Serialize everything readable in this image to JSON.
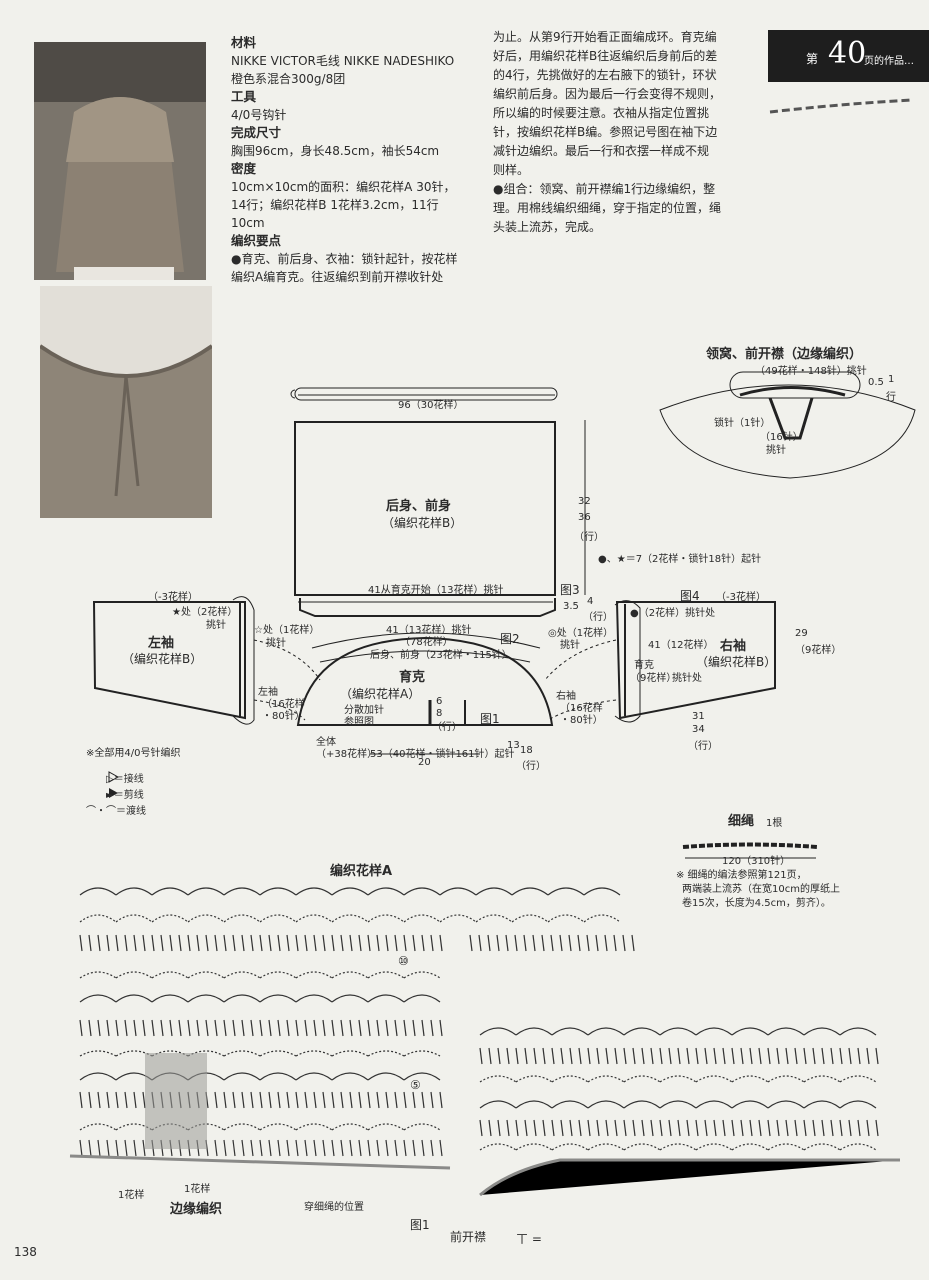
{
  "banner": {
    "prefix": "第",
    "number": "40",
    "suffix": "页的作品…"
  },
  "page_number": "138",
  "materials": {
    "h_material": "材料",
    "material_line1": "NIKKE VICTOR毛线 NIKKE NADESHIKO",
    "material_line2": "橙色系混合300g/8团",
    "h_tool": "工具",
    "tool": "4/0号钩针",
    "h_size": "完成尺寸",
    "size": "胸围96cm，身长48.5cm，袖长54cm",
    "h_gauge": "密度",
    "gauge1": "10cm×10cm的面积：编织花样A 30针，",
    "gauge2": "14行；编织花样B 1花样3.2cm，11行",
    "gauge3": "10cm",
    "h_points": "编织要点",
    "points1": "●育克、前后身、衣袖：锁针起针，按花样",
    "points2": "编织A编育克。往返编织到前开襟收针处"
  },
  "right_text": [
    "为止。从第9行开始看正面编成环。育克编",
    "好后，用编织花样B往返编织后身前后的差",
    "的4行，先挑做好的左右腋下的锁针，环状",
    "编织前后身。因为最后一行会变得不规则，",
    "所以编的时候要注意。衣袖从指定位置挑",
    "针，按编织花样B编。参照记号图在袖下边",
    "减针边编织。最后一行和衣摆一样成不规",
    "则样。",
    "●组合：领窝、前开襟编1行边缘编织，整",
    "理。用棉线编织细绳，穿于指定的位置，绳",
    "头装上流苏，完成。"
  ],
  "neck": {
    "title": "领窝、前开襟（边缘编织）",
    "top": "（49花样・148针）挑针",
    "right1": "0.5",
    "right2": "1",
    "right3": "行",
    "chain": "锁针（1针）",
    "pick": "（16针）",
    "pick2": "挑针"
  },
  "body": {
    "width": "96（30花样）",
    "title": "后身、前身",
    "pattern": "（编织花样B）",
    "h1": "32",
    "h2": "36",
    "h3": "（行）",
    "star_note": "●、★＝7（2花样・锁针18针）起针",
    "pickup": "41从育克开始（13花样）挑针",
    "pickup2": "41（13花样）挑针",
    "fig2": "图2",
    "fig3": "图3",
    "fig4": "图4",
    "n35": "3.5",
    "n4": "4",
    "n4b": "（行）"
  },
  "yoke": {
    "p78": "（78花样）",
    "back_front": "后身、前身（23花样・115针）",
    "title": "育克",
    "pattern": "（编织花样A）",
    "split1": "分散加针",
    "split2": "参照图",
    "r6": "6",
    "r8": "8",
    "rrow": "（行）",
    "fig1": "图1",
    "total1": "全体",
    "total2": "（+38花样）",
    "start": "53（40花样・锁针161针）起针",
    "r13": "13",
    "r18": "18",
    "rrow2": "（行）",
    "w20": "20"
  },
  "left_sleeve": {
    "minus": "（-3花样）",
    "star": "★处（2花样）",
    "star2": "挑针",
    "tri": "☆处（1花样）",
    "tri2": "挑针",
    "title": "左袖",
    "pattern": "（编织花样B）",
    "yoke_l1": "左袖",
    "yoke_l2": "（16花样",
    "yoke_l3": "・80针）"
  },
  "right_sleeve": {
    "minus": "（-3花样）",
    "dot": "●（2花样）挑针处",
    "ring": "◎处（1花样）",
    "ring2": "挑针",
    "p41": "41（12花样）",
    "yoke1": "育克",
    "yoke2": "（9花样）",
    "yoke3": "挑针处",
    "title": "右袖",
    "pattern": "（编织花样B）",
    "h29": "29",
    "h29b": "（9花样）",
    "w31": "31",
    "w34": "34",
    "wrow": "（行）",
    "yoke_r1": "右袖",
    "yoke_r2": "（16花样",
    "yoke_r3": "・80针）"
  },
  "legend": {
    "note": "※全部用4/0号针编织",
    "join": "▷＝接线",
    "cut": "►＝剪线",
    "cross": "⌒・⌒＝渡线"
  },
  "cord": {
    "title": "细绳",
    "count": "1根",
    "len": "120（310针）",
    "note1": "※ 细绳的编法参照第121页，",
    "note2": "两端装上流苏（在宽10cm的厚纸上",
    "note3": "卷15次，长度为4.5cm，剪齐）。"
  },
  "chart": {
    "title": "编织花样A",
    "r10": "⑩",
    "r5": "⑤",
    "rep1": "1花样",
    "rep2": "1花样",
    "edge": "边缘编织",
    "cord_pos": "穿细绳的位置",
    "fig1": "图1",
    "front": "前开襟",
    "formula": "ㄒ = "
  }
}
